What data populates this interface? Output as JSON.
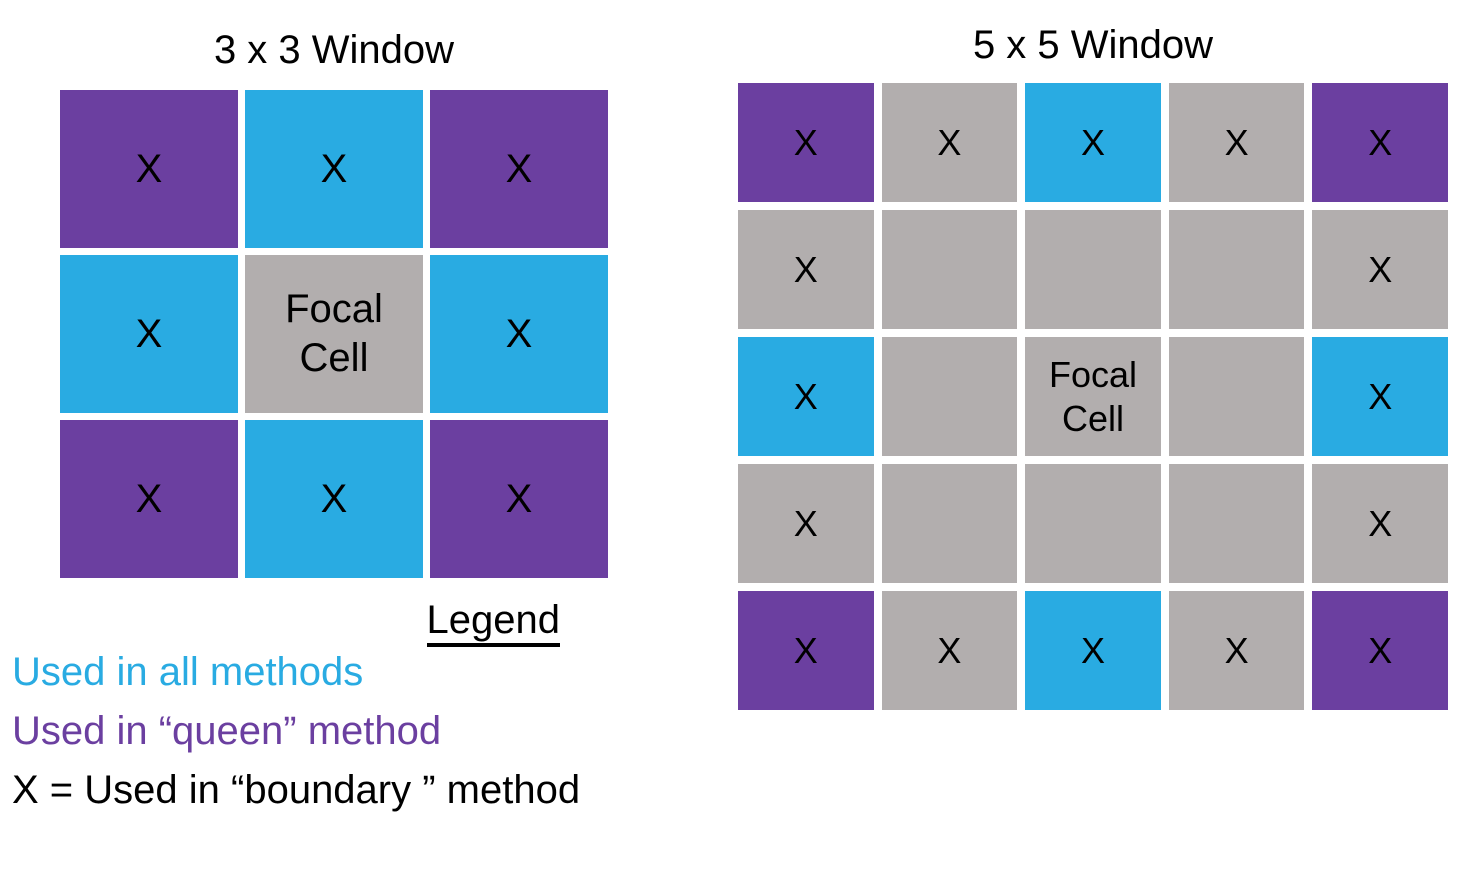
{
  "colors": {
    "blue": "#29abe2",
    "purple": "#6b3fa0",
    "gray": "#b2aeae",
    "black": "#000000",
    "background": "#ffffff"
  },
  "panels": [
    {
      "id": "3x3",
      "title": "3 x 3 Window",
      "rows": 3,
      "cols": 3,
      "cells": [
        {
          "color": "purple",
          "text": "X"
        },
        {
          "color": "blue",
          "text": "X"
        },
        {
          "color": "purple",
          "text": "X"
        },
        {
          "color": "blue",
          "text": "X"
        },
        {
          "color": "gray",
          "text": "Focal\nCell",
          "focal": true
        },
        {
          "color": "blue",
          "text": "X"
        },
        {
          "color": "purple",
          "text": "X"
        },
        {
          "color": "blue",
          "text": "X"
        },
        {
          "color": "purple",
          "text": "X"
        }
      ]
    },
    {
      "id": "5x5",
      "title": "5 x 5 Window",
      "rows": 5,
      "cols": 5,
      "cells": [
        {
          "color": "purple",
          "text": "X"
        },
        {
          "color": "gray",
          "text": "X"
        },
        {
          "color": "blue",
          "text": "X"
        },
        {
          "color": "gray",
          "text": "X"
        },
        {
          "color": "purple",
          "text": "X"
        },
        {
          "color": "gray",
          "text": "X"
        },
        {
          "color": "gray",
          "text": ""
        },
        {
          "color": "gray",
          "text": ""
        },
        {
          "color": "gray",
          "text": ""
        },
        {
          "color": "gray",
          "text": "X"
        },
        {
          "color": "blue",
          "text": "X"
        },
        {
          "color": "gray",
          "text": ""
        },
        {
          "color": "gray",
          "text": "Focal\nCell",
          "focal": true
        },
        {
          "color": "gray",
          "text": ""
        },
        {
          "color": "blue",
          "text": "X"
        },
        {
          "color": "gray",
          "text": "X"
        },
        {
          "color": "gray",
          "text": ""
        },
        {
          "color": "gray",
          "text": ""
        },
        {
          "color": "gray",
          "text": ""
        },
        {
          "color": "gray",
          "text": "X"
        },
        {
          "color": "purple",
          "text": "X"
        },
        {
          "color": "gray",
          "text": "X"
        },
        {
          "color": "blue",
          "text": "X"
        },
        {
          "color": "gray",
          "text": "X"
        },
        {
          "color": "purple",
          "text": "X"
        }
      ]
    }
  ],
  "legend": {
    "title": "Legend",
    "entries": [
      {
        "label": "Used in all methods",
        "color_key": "blue"
      },
      {
        "label": "Used in “queen” method",
        "color_key": "purple"
      },
      {
        "label": "X = Used in “boundary ” method",
        "color_key": "black"
      }
    ]
  }
}
